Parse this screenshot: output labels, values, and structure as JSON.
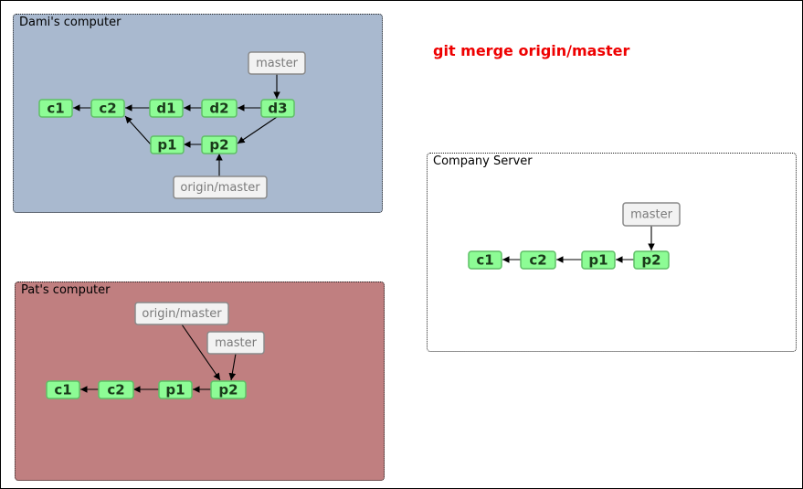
{
  "command": "git merge origin/master",
  "dami": {
    "label": "Dami's computer",
    "commits": [
      "c1",
      "c2",
      "d1",
      "d2",
      "d3",
      "p1",
      "p2"
    ],
    "refs": [
      "master",
      "origin/master"
    ]
  },
  "pat": {
    "label": "Pat's computer",
    "commits": [
      "c1",
      "c2",
      "p1",
      "p2"
    ],
    "refs": [
      "origin/master",
      "master"
    ]
  },
  "server": {
    "label": "Company Server",
    "commits": [
      "c1",
      "c2",
      "p1",
      "p2"
    ],
    "refs": [
      "master"
    ]
  },
  "colors": {
    "commit_fill": "#8dfc95",
    "dami_background": "#a9b9cf",
    "pat_background": "#c07f80",
    "command_text": "#ee0000"
  }
}
